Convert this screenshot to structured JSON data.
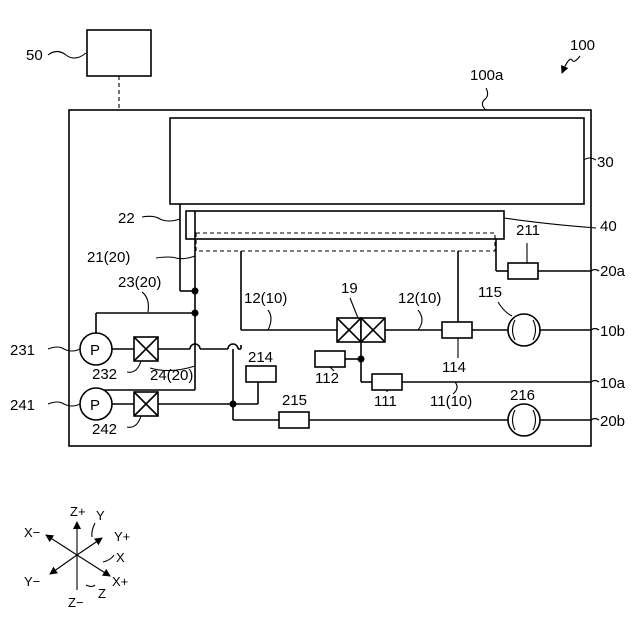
{
  "labels": {
    "controller": "50",
    "system": "100",
    "enclosure": "100a",
    "upper_unit": "30",
    "inner_unit": "40",
    "r19": "19",
    "r22": "22",
    "r21": "21(20)",
    "r23": "23(20)",
    "r24": "24(20)",
    "r12_left": "12(10)",
    "r12_right": "12(10)",
    "r11": "11(10)",
    "r211": "211",
    "r20a": "20a",
    "r20b": "20b",
    "r10a": "10a",
    "r10b": "10b",
    "r115": "115",
    "r114": "114",
    "r112": "112",
    "r111": "111",
    "r214": "214",
    "r215": "215",
    "r216": "216",
    "r231": "231",
    "r232": "232",
    "r241": "241",
    "r242": "242",
    "pump_symbol": "P"
  },
  "axes": {
    "z_plus": "Z+",
    "z_minus": "Z−",
    "z": "Z",
    "y": "Y",
    "y_plus": "Y+",
    "y_minus": "Y−",
    "x": "X",
    "x_plus": "X+",
    "x_minus": "X−"
  }
}
